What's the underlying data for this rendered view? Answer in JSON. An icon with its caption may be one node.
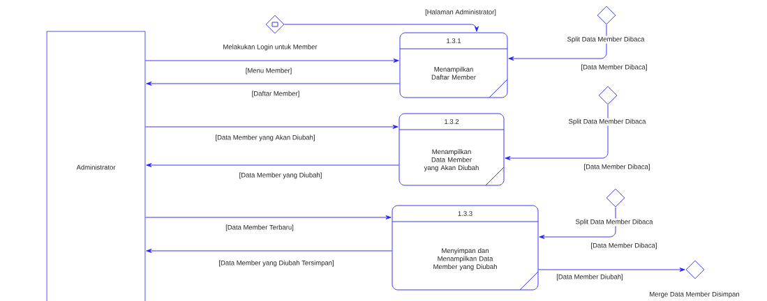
{
  "diagram": {
    "nodes": [
      {
        "text": [
          "Administrator"
        ]
      },
      {
        "text": [],
        "shape": "diamond"
      },
      {
        "text": [
          "1.3.1",
          "Menampilkan Daftar Member"
        ]
      },
      {
        "text": [],
        "shape": "diamond",
        "beside": [
          "Split Data Member Dibaca"
        ]
      },
      {
        "text": [
          "1.3.2",
          "Menampilkan Data Member yang Akan Diubah"
        ]
      },
      {
        "text": [],
        "shape": "diamond",
        "beside": [
          "Split Data Member Dibaca"
        ]
      },
      {
        "text": [
          "1.3.3",
          "Menyimpan dan Menampilkan Data Member yang Diubah"
        ]
      },
      {
        "text": [],
        "shape": "diamond",
        "beside": [
          "Split Data Member Dibaca"
        ]
      },
      {
        "text": [],
        "shape": "diamond",
        "beside": [
          "Merge Data Member Disimpan"
        ]
      }
    ],
    "edges": [
      {
        "from": 1,
        "to": 2,
        "arrow": "to",
        "label": "[Halaman Administrator]"
      },
      {
        "from": 0,
        "to": 2,
        "arrow": "to",
        "label": "Melakukan Login untuk Member"
      },
      {
        "from": 2,
        "to": 0,
        "arrow": "to",
        "label": "[Menu Member]"
      },
      {
        "from": 3,
        "to": 2,
        "arrow": "to",
        "label": "[Data Member Dibaca]"
      },
      {
        "from": 0,
        "to": 4,
        "arrow": "to",
        "label": "[Data Member yang Akan Diubah]"
      },
      {
        "from": 4,
        "to": 0,
        "arrow": "to",
        "label": "[Data Member yang Diubah]"
      },
      {
        "from": 5,
        "to": 4,
        "arrow": "to",
        "label": "[Data Member Dibaca]"
      },
      {
        "from": 0,
        "to": 6,
        "arrow": "to",
        "label": "[Data Member Terbaru]"
      },
      {
        "from": 6,
        "to": 0,
        "arrow": "to",
        "label": "[Data Member yang Diubah Tersimpan]"
      },
      {
        "from": 7,
        "to": 6,
        "arrow": "to",
        "label": "[Data Member Dibaca]"
      },
      {
        "from": 6,
        "to": 8,
        "arrow": "to",
        "label": "[Data Member Diubah]"
      }
    ],
    "labels": [
      "[Daftar Member]"
    ]
  }
}
